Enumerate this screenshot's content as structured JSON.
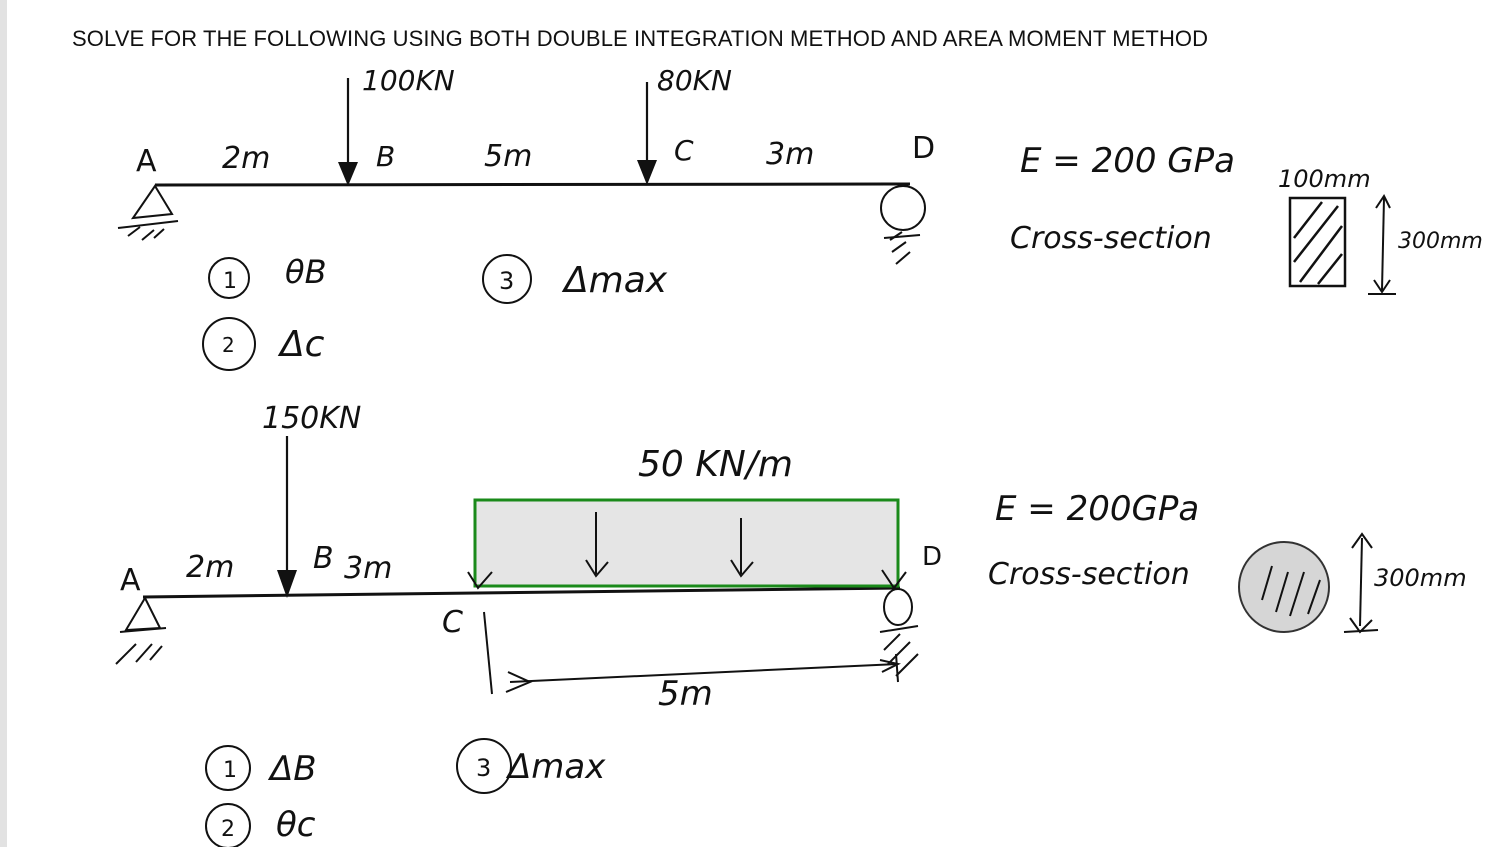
{
  "header": "SOLVE FOR THE FOLLOWING USING BOTH DOUBLE INTEGRATION METHOD AND AREA MOMENT METHOD",
  "problem1": {
    "loads": [
      "100KN",
      "80KN"
    ],
    "points": [
      "A",
      "B",
      "C",
      "D"
    ],
    "spans": [
      "2m",
      "5m",
      "3m"
    ],
    "E": "E = 200 GPa",
    "cross_section_label": "Cross-section",
    "width_dim": "100mm",
    "height_dim": "300mm",
    "q1_num": "1",
    "q1": "θB",
    "q2_num": "2",
    "q2": "Δc",
    "q3_num": "3",
    "q3": "Δmax"
  },
  "problem2": {
    "point_load": "150KN",
    "udl": "50 KN/m",
    "points": [
      "A",
      "B",
      "C",
      "D"
    ],
    "spans": [
      "2m",
      "3m",
      "5m"
    ],
    "E": "E = 200GPa",
    "cross_section_label": "Cross-section",
    "diameter_dim": "300mm",
    "q1_num": "1",
    "q1": "ΔB",
    "q2_num": "2",
    "q2": "θc",
    "q3_num": "3",
    "q3": "Δmax"
  },
  "colors": {
    "ink": "#111111",
    "udl_border": "#1a8a1a",
    "udl_fill": "#e5e5e5",
    "section_fill": "#d6d6d6"
  }
}
